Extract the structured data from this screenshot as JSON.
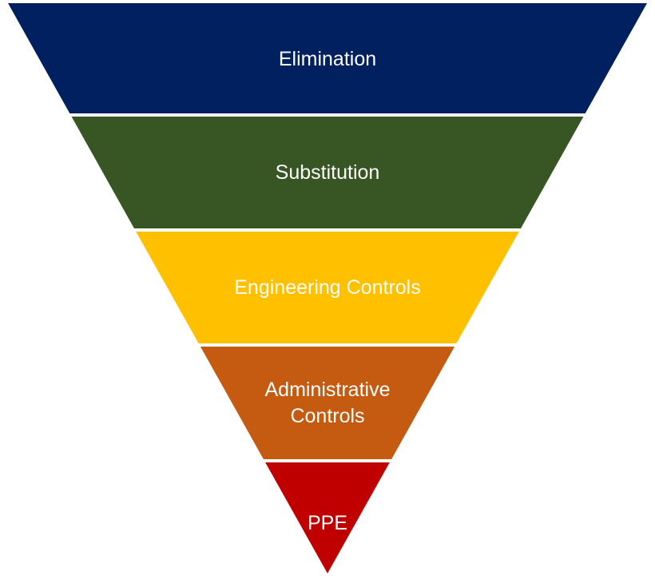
{
  "diagram": {
    "type": "inverted-pyramid",
    "tiers": [
      {
        "lines": [
          "Elimination"
        ],
        "color": "#002060"
      },
      {
        "lines": [
          "Substitution"
        ],
        "color": "#375623"
      },
      {
        "lines": [
          "Engineering Controls"
        ],
        "color": "#FFC000"
      },
      {
        "lines": [
          "Administrative",
          "Controls"
        ],
        "color": "#C55A11"
      },
      {
        "lines": [
          "PPE"
        ],
        "color": "#C00000"
      }
    ]
  }
}
